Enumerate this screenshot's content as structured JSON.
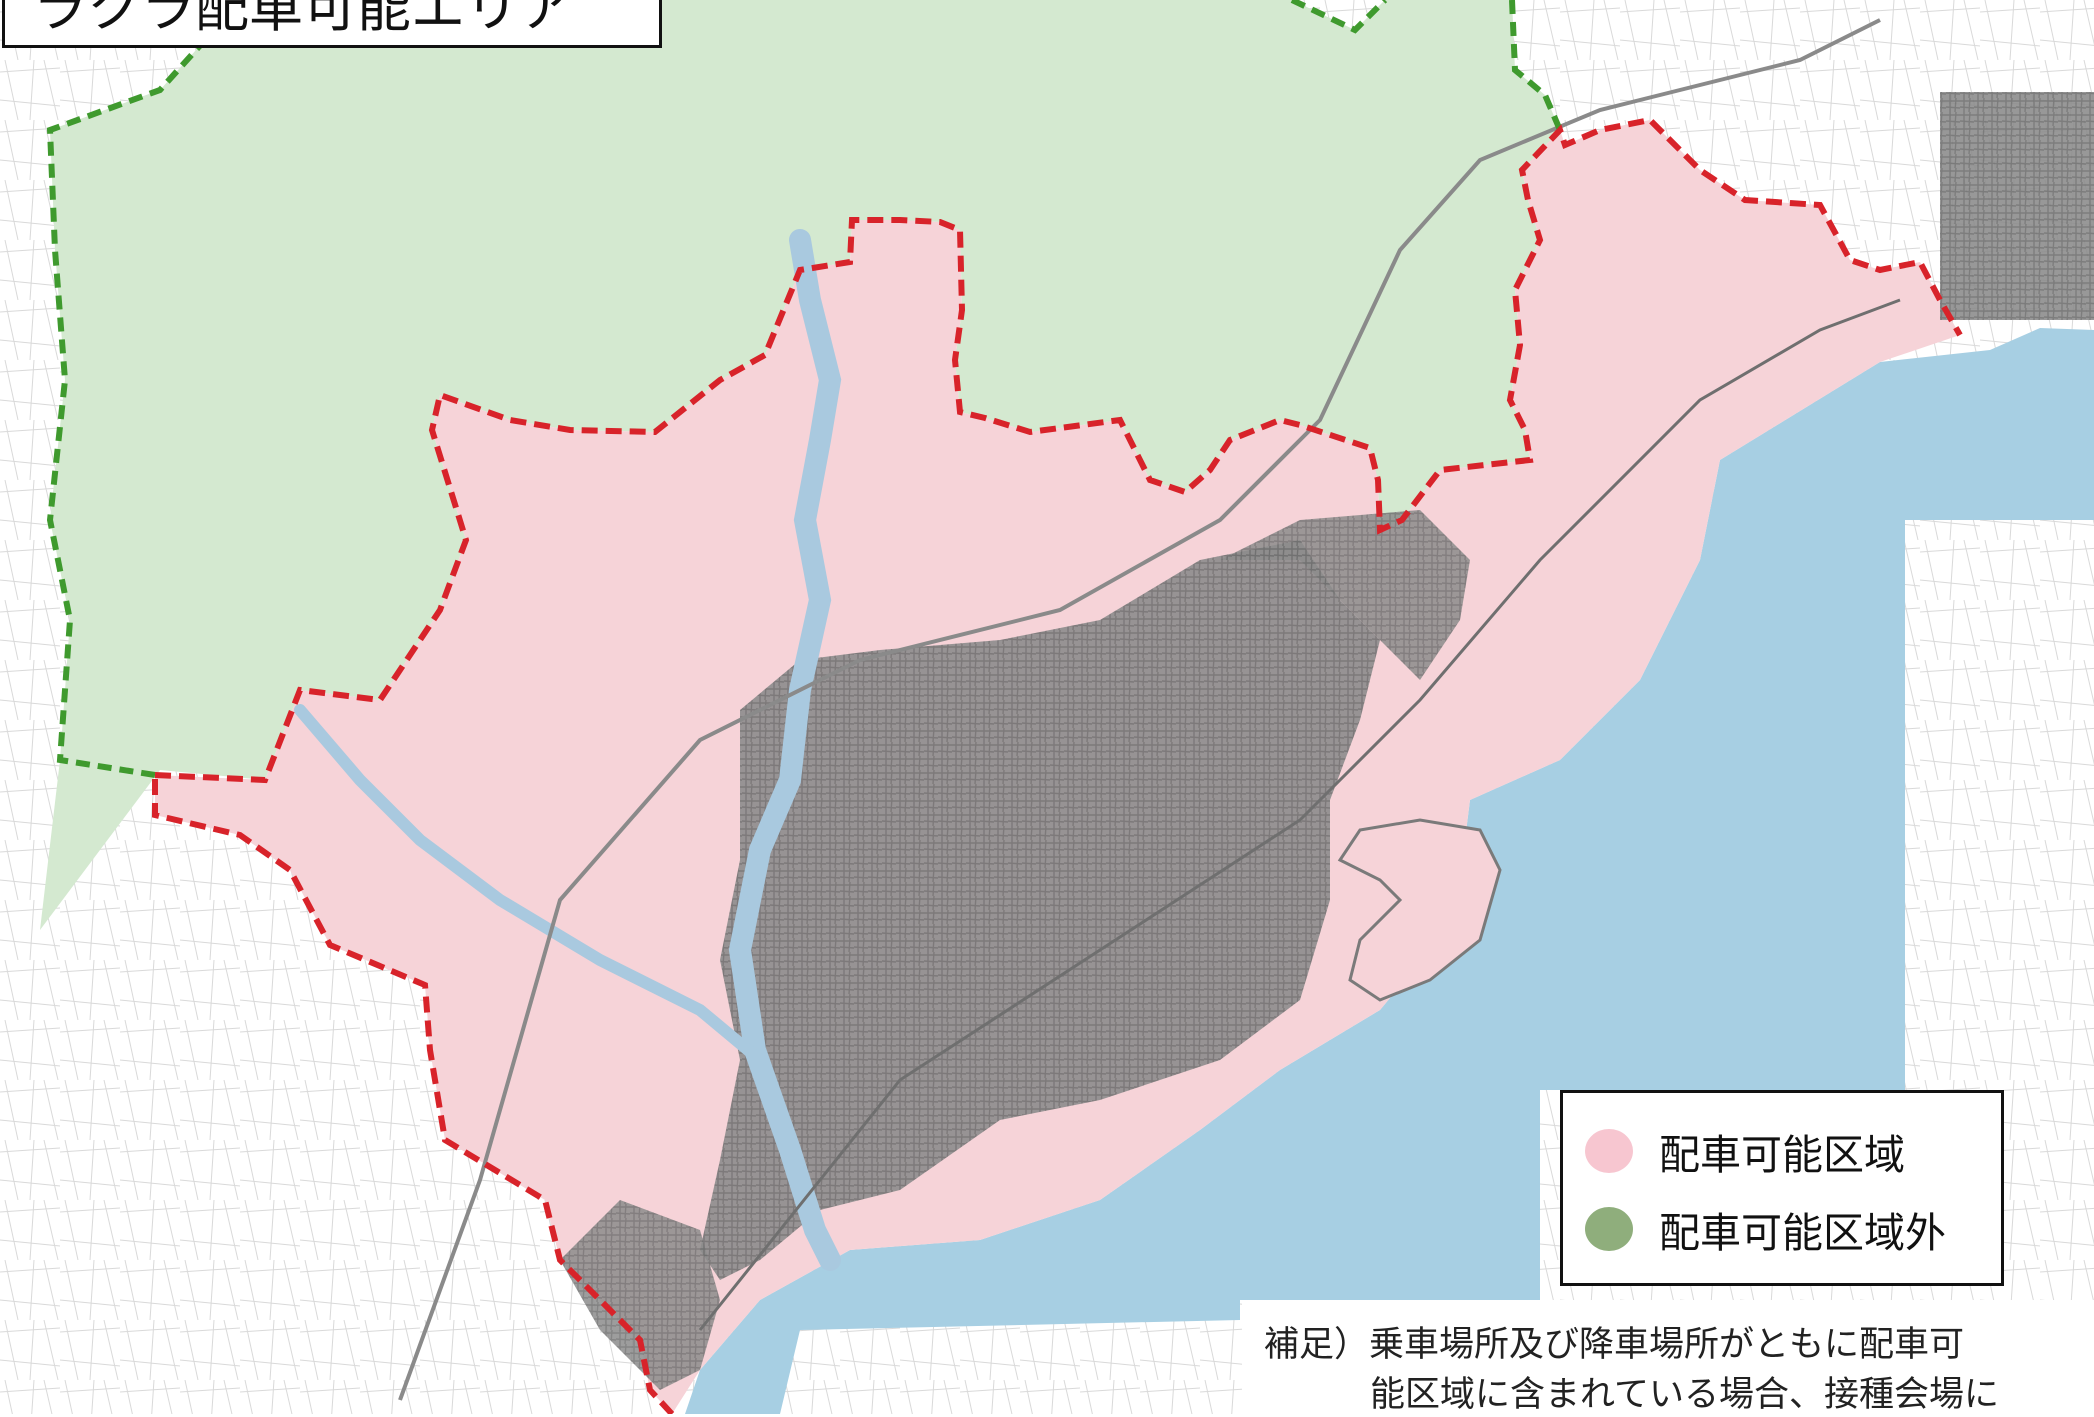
{
  "title": "ラクラ配車可能エリア",
  "legend": {
    "items": [
      {
        "label": "配車可能区域",
        "color": "#f7c6d0"
      },
      {
        "label": "配車可能区域外",
        "color": "#8fae7c"
      }
    ]
  },
  "note": {
    "line1": "補足）乗車場所及び降車場所がともに配車可",
    "line2": "能区域に含まれている場合、接種会場に"
  },
  "map_colors": {
    "sea": "#a7cfe3",
    "inside_fill": "#f6d3d8",
    "outside_fill": "#d4e9d0",
    "inside_border": "#d8232a",
    "outside_border": "#3f9a2e",
    "roads": "#8a8a8a",
    "urban": "#7a7a7a",
    "river": "#a9c9df"
  }
}
